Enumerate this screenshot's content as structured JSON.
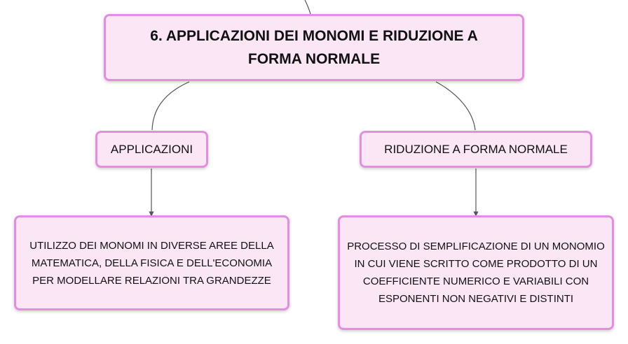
{
  "colors": {
    "node_fill": "#fbe6f6",
    "node_border": "#e58ee0",
    "link": "#555555"
  },
  "nodes": {
    "main": {
      "text": "6. APPLICAZIONI DEI MONOMI E RIDUZIONE A FORMA NORMALE"
    },
    "applicazioni": {
      "text": "APPLICAZIONI"
    },
    "riduzione": {
      "text": "RIDUZIONE A FORMA NORMALE"
    },
    "applicazioni_desc": {
      "text": "UTILIZZO DEI MONOMI IN DIVERSE AREE DELLA MATEMATICA, DELLA FISICA E DELL'ECONOMIA PER MODELLARE RELAZIONI TRA GRANDEZZE"
    },
    "riduzione_desc": {
      "text": "PROCESSO DI SEMPLIFICAZIONE DI UN MONOMIO IN CUI VIENE SCRITTO COME PRODOTTO DI UN COEFFICIENTE NUMERICO E VARIABILI CON ESPONENTI NON NEGATIVI E DISTINTI"
    }
  }
}
